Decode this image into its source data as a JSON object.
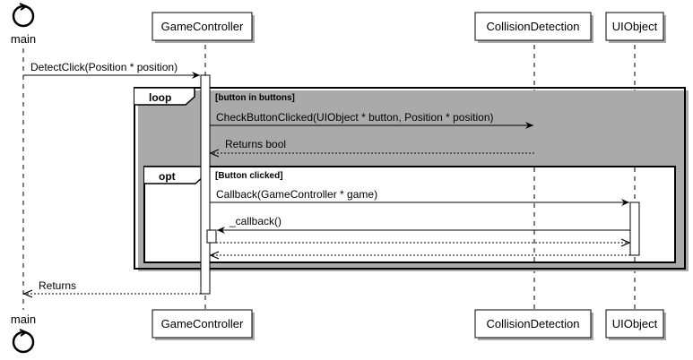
{
  "participants": {
    "main": "main",
    "game_controller": "GameController",
    "collision_detection": "CollisionDetection",
    "ui_object": "UIObject"
  },
  "messages": {
    "detect_click": "DetectClick(Position * position)",
    "check_button": "CheckButtonClicked(UIObject * button, Position * position)",
    "returns_bool": "Returns bool",
    "callback": "Callback(GameController * game)",
    "inner_callback": "_callback()",
    "returns": "Returns"
  },
  "fragments": {
    "loop_keyword": "loop",
    "loop_guard": "[button in buttons]",
    "opt_keyword": "opt",
    "opt_guard": "[Button clicked]"
  },
  "colors": {
    "box_fill": "#ffffff",
    "activation_fill": "#ffffff",
    "line": "#000000",
    "shadow": "#aaaaaa"
  }
}
